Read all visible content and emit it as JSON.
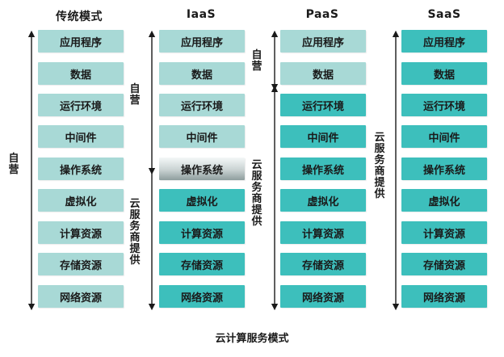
{
  "columns": [
    {
      "title": "传统模式",
      "boxes": [
        {
          "label": "应用程序",
          "style": "light"
        },
        {
          "label": "数据",
          "style": "light"
        },
        {
          "label": "运行环境",
          "style": "light"
        },
        {
          "label": "中间件",
          "style": "light"
        },
        {
          "label": "操作系统",
          "style": "light"
        },
        {
          "label": "虚拟化",
          "style": "light"
        },
        {
          "label": "计算资源",
          "style": "light"
        },
        {
          "label": "存储资源",
          "style": "light"
        },
        {
          "label": "网络资源",
          "style": "light"
        }
      ]
    },
    {
      "title": "IaaS",
      "boxes": [
        {
          "label": "应用程序",
          "style": "light"
        },
        {
          "label": "数据",
          "style": "light"
        },
        {
          "label": "运行环境",
          "style": "light"
        },
        {
          "label": "中间件",
          "style": "light"
        },
        {
          "label": "操作系统",
          "style": "grad"
        },
        {
          "label": "虚拟化",
          "style": "dark"
        },
        {
          "label": "计算资源",
          "style": "dark"
        },
        {
          "label": "存储资源",
          "style": "dark"
        },
        {
          "label": "网络资源",
          "style": "dark"
        }
      ]
    },
    {
      "title": "PaaS",
      "boxes": [
        {
          "label": "应用程序",
          "style": "light"
        },
        {
          "label": "数据",
          "style": "light"
        },
        {
          "label": "运行环境",
          "style": "dark"
        },
        {
          "label": "中间件",
          "style": "dark"
        },
        {
          "label": "操作系统",
          "style": "dark"
        },
        {
          "label": "虚拟化",
          "style": "dark"
        },
        {
          "label": "计算资源",
          "style": "dark"
        },
        {
          "label": "存储资源",
          "style": "dark"
        },
        {
          "label": "网络资源",
          "style": "dark"
        }
      ]
    },
    {
      "title": "SaaS",
      "boxes": [
        {
          "label": "应用程序",
          "style": "dark"
        },
        {
          "label": "数据",
          "style": "dark"
        },
        {
          "label": "运行环境",
          "style": "dark"
        },
        {
          "label": "中间件",
          "style": "dark"
        },
        {
          "label": "操作系统",
          "style": "dark"
        },
        {
          "label": "虚拟化",
          "style": "dark"
        },
        {
          "label": "计算资源",
          "style": "dark"
        },
        {
          "label": "存储资源",
          "style": "dark"
        },
        {
          "label": "网络资源",
          "style": "dark"
        }
      ]
    }
  ],
  "labels": {
    "self_operated": "自营",
    "provider_supplied": "云服务商提供"
  },
  "caption": "云计算服务模式",
  "colors": {
    "light_box": "#a8d9d6",
    "dark_box": "#3dbfbc",
    "arrow": "#1a1a1a"
  }
}
